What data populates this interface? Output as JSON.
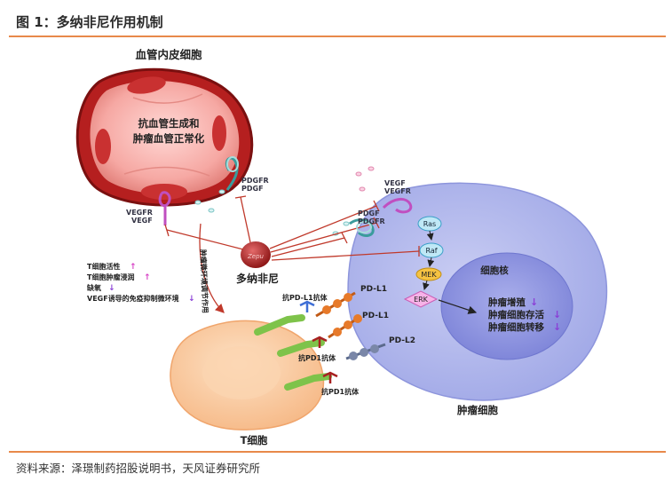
{
  "figure_title": "图 1：多纳非尼作用机制",
  "source": "资料来源：泽璟制药招股说明书，天风证券研究所",
  "labels": {
    "endothelial_cell": "血管内皮细胞",
    "endothelial_effect_1": "抗血管生成和",
    "endothelial_effect_2": "肿瘤血管正常化",
    "pdgfr_top": "PDGFR",
    "pdgf_top": "PDGF",
    "vegfr_left": "VEGFR",
    "vegf_left": "VEGF",
    "vegf_right": "VEGF",
    "vegfr_right": "VEGFR",
    "pdgf_right": "PDGF",
    "pdgfr_right": "PDGFR",
    "drug": "多纳非尼",
    "drug_pill": "Zepu",
    "immune_arrow": "肿瘤微环境调节作用",
    "tme_1": "T细胞活性",
    "tme_2": "T细胞肿瘤浸润",
    "tme_3": "缺氧",
    "tme_4": "VEGF诱导的免疫抑制微环境",
    "ras": "Ras",
    "raf": "Raf",
    "mek": "MEK",
    "erk": "ERK",
    "nucleus": "细胞核",
    "prolif": "肿瘤增殖",
    "survival": "肿瘤细胞存活",
    "metastasis": "肿瘤细胞转移",
    "anti_pdl1": "抗PD-L1抗体",
    "pdl1_a": "PD-L1",
    "pdl1_b": "PD-L1",
    "pdl2": "PD-L2",
    "anti_pd1_a": "抗PD1抗体",
    "anti_pd1_b": "抗PD1抗体",
    "tumor_cell": "肿瘤细胞",
    "t_cell": "T细胞"
  },
  "colors": {
    "accent_orange": "#e8894a",
    "inhibit_red": "#c0392b",
    "up_arrow": "#d63fc4",
    "down_arrow": "#8a3fd6"
  }
}
